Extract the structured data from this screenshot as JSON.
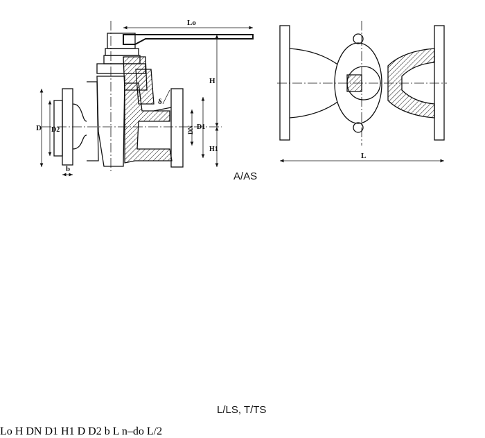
{
  "views": {
    "a_as": {
      "caption": "A/AS",
      "labels": {
        "lo": "Lo",
        "h": "H",
        "delta": "δ",
        "dn": "DN",
        "d1": "D1",
        "h1": "H1",
        "d": "D",
        "d2": "D2",
        "b": "b",
        "l": "L"
      }
    },
    "l_ls_t_ts": {
      "caption": "L/LS, T/TS",
      "labels": {
        "lo": "Lo",
        "h": "H",
        "dn": "DN",
        "d1": "D1",
        "h1": "H1",
        "d": "D",
        "d2": "D2",
        "b": "b",
        "l": "L",
        "n_do": "n–do",
        "l_half": "L/2"
      }
    }
  }
}
